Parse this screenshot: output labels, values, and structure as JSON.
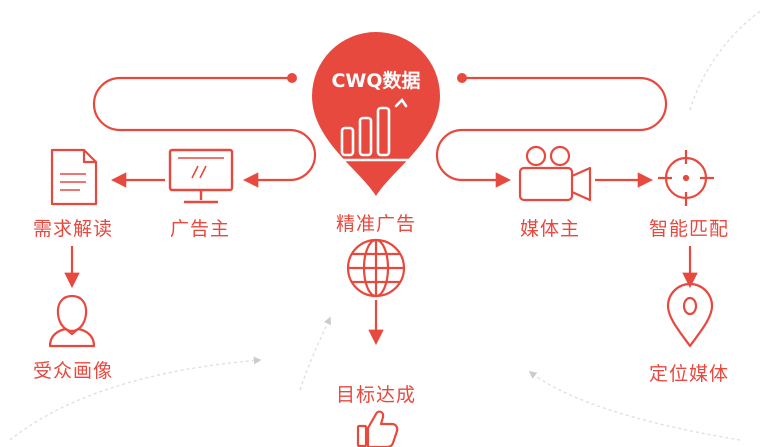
{
  "title": "CWQ数据",
  "nodes": {
    "advertiser": "广告主",
    "demand_analysis": "需求解读",
    "audience_profile": "受众画像",
    "precise_ads": "精准广告",
    "goal_achieved": "目标达成",
    "media_owner": "媒体主",
    "smart_match": "智能匹配",
    "locate_media": "定位媒体"
  },
  "colors": {
    "accent": "#e8493f",
    "pin_fill": "#e8493f",
    "decor_line": "#d9d9d9"
  },
  "icons": {
    "advertiser": "monitor-icon",
    "demand_analysis": "document-icon",
    "audience_profile": "user-icon",
    "precise_ads": "globe-icon",
    "goal_achieved": "thumbs-up-icon",
    "media_owner": "video-camera-icon",
    "smart_match": "crosshair-icon",
    "locate_media": "location-pin-icon",
    "center": "bar-chart-icon"
  }
}
